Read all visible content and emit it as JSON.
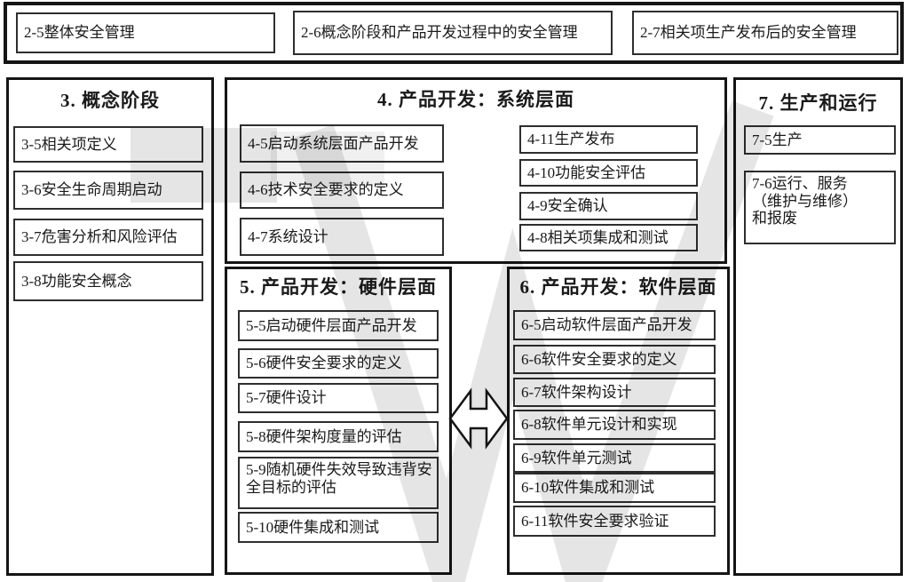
{
  "figure": {
    "kind": "ISO 26262 功能安全 生命周期 流程图"
  },
  "colors": {
    "border_dark": "#151515",
    "box_border": "#2e2e2e",
    "background": "#ffffff",
    "watermark_gray": "#d8d8d8"
  },
  "top_bar": {
    "items": [
      {
        "label": "2-5整体安全管理"
      },
      {
        "label": "2-6概念阶段和产品开发过程中的安全管理"
      },
      {
        "label": "2-7相关项生产发布后的安全管理"
      }
    ]
  },
  "sections": {
    "s3": {
      "title": "3. 概念阶段",
      "items": [
        "3-5相关项定义",
        "3-6安全生命周期启动",
        "3-7危害分析和风险评估",
        "3-8功能安全概念"
      ]
    },
    "s4": {
      "title": "4. 产品开发：系统层面",
      "left_items": [
        "4-5启动系统层面产品开发",
        "4-6技术安全要求的定义",
        "4-7系统设计"
      ],
      "right_items": [
        "4-11生产发布",
        "4-10功能安全评估",
        "4-9安全确认",
        "4-8相关项集成和测试"
      ]
    },
    "s5": {
      "title": "5. 产品开发：硬件层面",
      "items": [
        "5-5启动硬件层面产品开发",
        "5-6硬件安全要求的定义",
        "5-7硬件设计",
        "5-8硬件架构度量的评估",
        "5-9随机硬件失效导致违背安全目标的评估",
        "5-10硬件集成和测试"
      ]
    },
    "s6": {
      "title": "6. 产品开发：软件层面",
      "items": [
        "6-5启动软件层面产品开发",
        "6-6软件安全要求的定义",
        "6-7软件架构设计",
        "6-8软件单元设计和实现",
        "6-9软件单元测试",
        "6-10软件集成和测试",
        "6-11软件安全要求验证"
      ]
    },
    "s7": {
      "title": "7. 生产和运行",
      "items": [
        "7-5生产",
        "7-6运行、服务\n（维护与维修）\n和报废"
      ]
    }
  }
}
